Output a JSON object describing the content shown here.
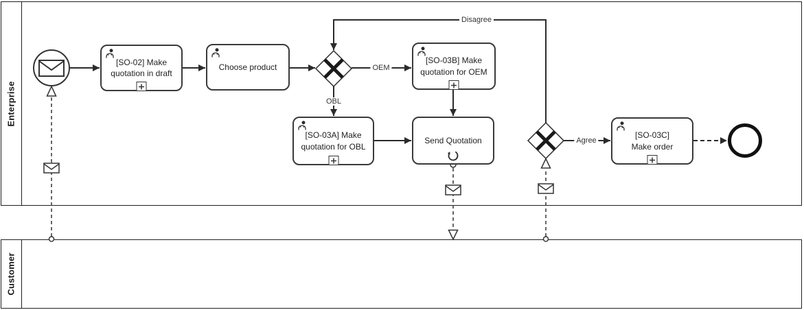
{
  "colors": {
    "stroke": "#2b2b2b",
    "background": "#ffffff"
  },
  "pools": {
    "enterprise": {
      "label": "Enterprise"
    },
    "customer": {
      "label": "Customer"
    }
  },
  "tasks": {
    "so02": {
      "label": "[SO-02] Make\nquotation in draft"
    },
    "choose": {
      "label": "Choose product"
    },
    "so03b": {
      "label": "[SO-03B] Make\nquotation for OEM"
    },
    "so03a": {
      "label": "[SO-03A] Make\nquotation for OBL"
    },
    "send": {
      "label": "Send Quotation"
    },
    "so03c": {
      "label": "[SO-03C]\nMake order"
    }
  },
  "flow_labels": {
    "oem": "OEM",
    "obl": "OBL",
    "agree": "Agree",
    "disagree": "Disagree"
  },
  "icons": {
    "start": "message-envelope",
    "task_type": "user",
    "subprocess": "plus-box",
    "loop": "loop-arrow",
    "gateway": "xor-x"
  }
}
